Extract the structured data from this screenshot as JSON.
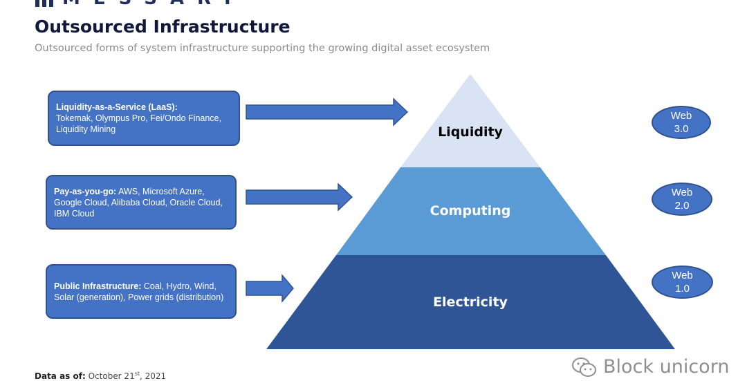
{
  "header": {
    "logo_text": "MESSARI",
    "title": "Outsourced Infrastructure",
    "subtitle": "Outsourced forms of system infrastructure supporting the growing digital asset ecosystem"
  },
  "boxes": [
    {
      "label": "Liquidity-as-a-Service (LaaS):",
      "text": "Tokemak, Olympus Pro, Fei/Ondo Finance, Liquidity Mining"
    },
    {
      "label": "Pay-as-you-go:",
      "text": " AWS, Microsoft Azure, Google Cloud, Alibaba Cloud, Oracle Cloud, IBM Cloud"
    },
    {
      "label": "Public Infrastructure:",
      "text": " Coal, Hydro, Wind, Solar (generation), Power grids (distribution)"
    }
  ],
  "pyramid": {
    "tiers": [
      {
        "label": "Liquidity",
        "color": "#dae3f3",
        "text_color": "#000000"
      },
      {
        "label": "Computing",
        "color": "#5b9bd5",
        "text_color": "#ffffff"
      },
      {
        "label": "Electricity",
        "color": "#2f5597",
        "text_color": "#ffffff"
      }
    ],
    "arrow_color": "#4472c4"
  },
  "web_versions": [
    {
      "line1": "Web",
      "line2": "3.0"
    },
    {
      "line1": "Web",
      "line2": "2.0"
    },
    {
      "line1": "Web",
      "line2": "1.0"
    }
  ],
  "footer": {
    "data_as_of_label": "Data as of:",
    "date_text": "October 21",
    "date_suffix": "st",
    "date_year": ", 2021"
  },
  "watermark": {
    "text": "Block unicorn"
  }
}
